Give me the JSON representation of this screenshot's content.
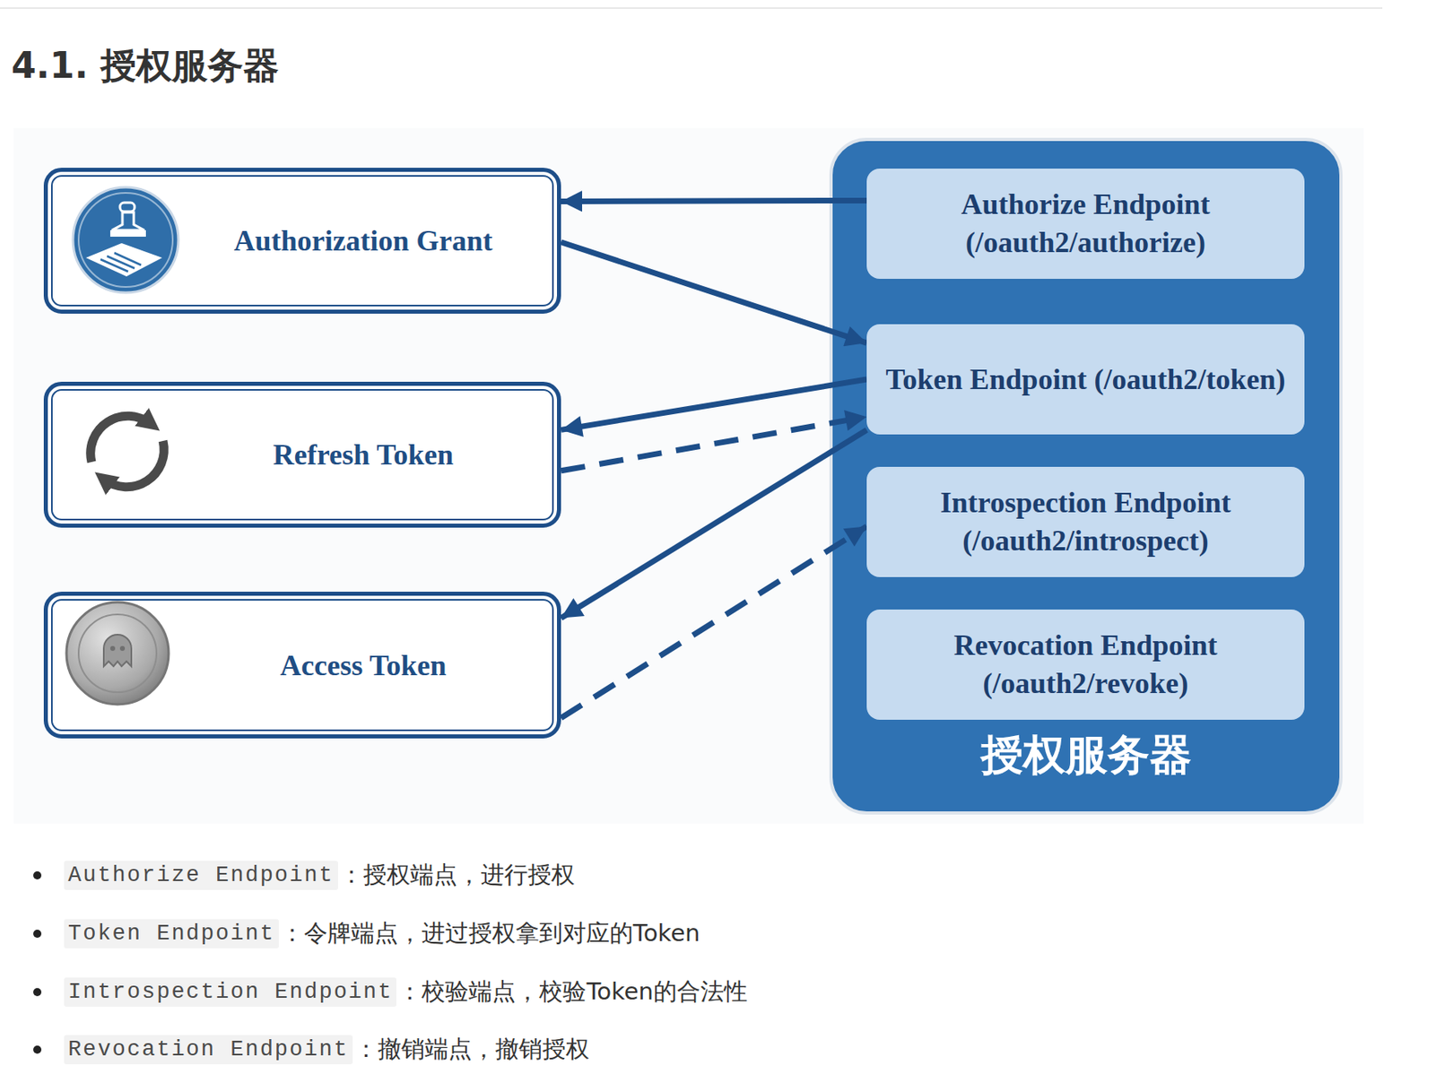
{
  "diagram": {
    "title": "4.1. 授权服务器",
    "nodes": [
      {
        "text": [
          "Authorization Grant"
        ]
      },
      {
        "text": [
          "Refresh Token"
        ]
      },
      {
        "text": [
          "Access Token"
        ]
      },
      {
        "text": [
          "授权服务器"
        ]
      },
      {
        "text": [
          "Authorize Endpoint (/oauth2/authorize)"
        ],
        "in": 3
      },
      {
        "text": [
          "Token Endpoint (/oauth2/token)"
        ],
        "in": 3
      },
      {
        "text": [
          "Introspection Endpoint (/oauth2/introspect)"
        ],
        "in": 3
      },
      {
        "text": [
          "Revocation Endpoint (/oauth2/revoke)"
        ],
        "in": 3
      }
    ],
    "edges": [
      {
        "from": 4,
        "to": 0,
        "arrow": "to"
      },
      {
        "from": 0,
        "to": 5,
        "arrow": "to"
      },
      {
        "from": 5,
        "to": 1,
        "arrow": "to"
      },
      {
        "from": 1,
        "to": 5,
        "arrow": "to"
      },
      {
        "from": 5,
        "to": 2,
        "arrow": "to"
      },
      {
        "from": 2,
        "to": 6,
        "arrow": "to"
      }
    ],
    "labels": [
      "Authorize Endpoint",
      "：授权端点，进行授权",
      "Token Endpoint",
      "：令牌端点，进过授权拿到对应的Token",
      "Introspection Endpoint",
      "：校验端点，校验Token的合法性",
      "Revocation Endpoint",
      "：撤销端点，撤销授权"
    ]
  }
}
